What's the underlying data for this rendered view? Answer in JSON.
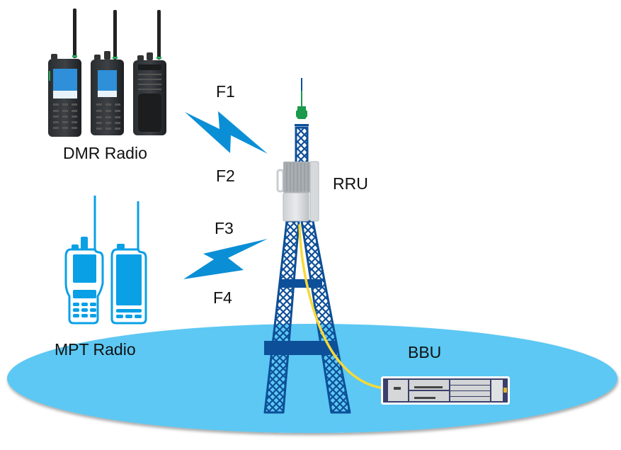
{
  "diagram": {
    "title": "",
    "labels": {
      "dmr_radio": "DMR Radio",
      "mpt_radio": "MPT Radio",
      "rru": "RRU",
      "bbu": "BBU",
      "f1": "F1",
      "f2": "F2",
      "f3": "F3",
      "f4": "F4"
    },
    "nodes": [
      {
        "id": "dmr",
        "label": "DMR Radio",
        "kind": "handheld radios (3 photos)"
      },
      {
        "id": "mpt",
        "label": "MPT Radio",
        "kind": "handheld radio icons (2)"
      },
      {
        "id": "rru",
        "label": "RRU",
        "kind": "remote radio unit on tower"
      },
      {
        "id": "bbu",
        "label": "BBU",
        "kind": "baseband unit rack"
      }
    ],
    "links": [
      {
        "from": "dmr",
        "to": "rru",
        "kind": "wireless",
        "frequencies": [
          "F1",
          "F2"
        ]
      },
      {
        "from": "mpt",
        "to": "rru",
        "kind": "wireless",
        "frequencies": [
          "F3",
          "F4"
        ]
      },
      {
        "from": "rru",
        "to": "bbu",
        "kind": "fiber cable"
      }
    ],
    "colors": {
      "ground": "#5bc8f3",
      "tower": "#0d4f98",
      "bolt": "#0a8fd6",
      "mpt_icon": "#0aa0e6",
      "fiber": "#f6d93a",
      "antenna_top": "#1a9a4a"
    }
  }
}
